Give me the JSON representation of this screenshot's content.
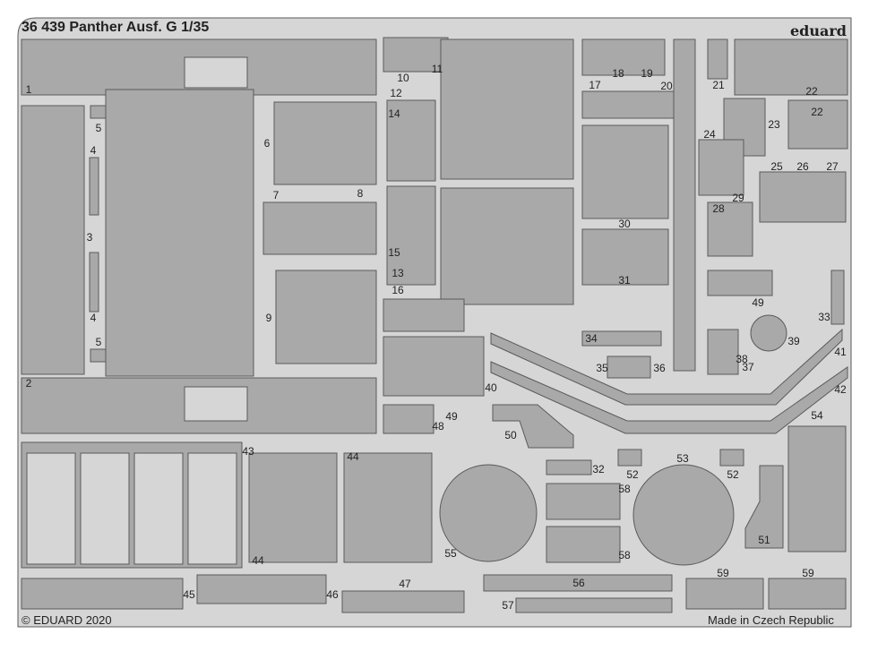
{
  "header": {
    "title": "36 439  Panther Ausf. G   1/35",
    "brand": "eduard"
  },
  "footer": {
    "copyright": "© EDUARD 2020",
    "origin": "Made in Czech Republic"
  },
  "parts": [
    "1",
    "2",
    "3",
    "4",
    "4",
    "5",
    "5",
    "6",
    "7",
    "8",
    "9",
    "10",
    "11",
    "12",
    "14",
    "15",
    "13",
    "16",
    "17",
    "18",
    "19",
    "20",
    "21",
    "22",
    "22",
    "23",
    "24",
    "25",
    "26",
    "27",
    "28",
    "29",
    "30",
    "31",
    "49",
    "33",
    "34",
    "35",
    "36",
    "37",
    "38",
    "39",
    "40",
    "41",
    "42",
    "48",
    "49",
    "50",
    "43",
    "44",
    "44",
    "32",
    "52",
    "53",
    "52",
    "54",
    "55",
    "58",
    "58",
    "51",
    "45",
    "46",
    "47",
    "56",
    "57",
    "59",
    "59"
  ],
  "colors": {
    "fret": "#d6d6d6",
    "etched": "#a9a9a9",
    "outline": "#5a5a5a"
  }
}
